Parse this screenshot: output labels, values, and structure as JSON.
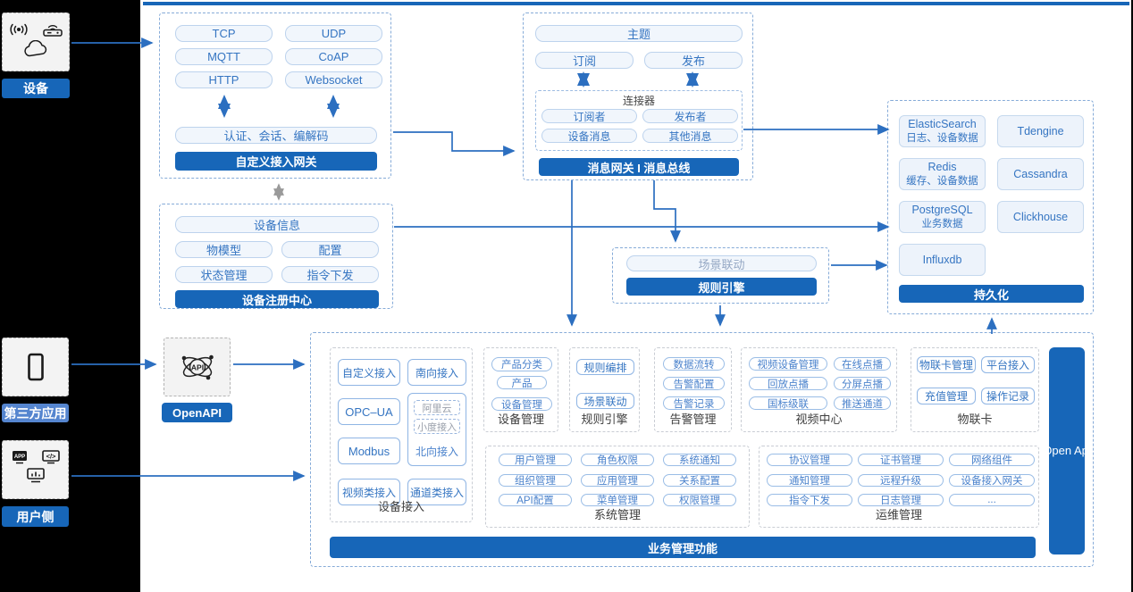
{
  "left_rail": {
    "device": {
      "label": "设备"
    },
    "third_party": {
      "label": "第三方应用"
    },
    "user_side": {
      "label": "用户侧"
    }
  },
  "gateway": {
    "title": "自定义接入网关",
    "protocols": [
      "TCP",
      "UDP",
      "MQTT",
      "CoAP",
      "HTTP",
      "Websocket"
    ],
    "session_pill": "认证、会话、编解码"
  },
  "registry": {
    "title": "设备注册中心",
    "wide_pill": "设备信息",
    "pills": [
      "物模型",
      "配置",
      "状态管理",
      "指令下发"
    ]
  },
  "message_bus": {
    "title": "消息网关 I 消息总线",
    "topic_pill": "主题",
    "subscribe_pill": "订阅",
    "publish_pill": "发布",
    "connector": {
      "title": "连接器",
      "pills": [
        "订阅者",
        "发布者",
        "设备消息",
        "其他消息"
      ]
    }
  },
  "persistence": {
    "title": "持久化",
    "stores": [
      {
        "name": "ElasticSearch",
        "desc": "日志、设备数据"
      },
      {
        "name": "Tdengine",
        "desc": ""
      },
      {
        "name": "Redis",
        "desc": "缓存、设备数据"
      },
      {
        "name": "Cassandra",
        "desc": ""
      },
      {
        "name": "PostgreSQL",
        "desc": "业务数据"
      },
      {
        "name": "Clickhouse",
        "desc": ""
      },
      {
        "name": "Influxdb",
        "desc": ""
      }
    ]
  },
  "rule_engine": {
    "title": "规则引擎",
    "pill": "场景联动"
  },
  "open_api": {
    "label": "OpenAPI",
    "side_bar": "Open Api"
  },
  "business": {
    "title": "业务管理功能",
    "device_access": {
      "label": "设备接入",
      "row1": [
        "自定义接入",
        "南向接入"
      ],
      "left_col": [
        "OPC–UA",
        "Modbus"
      ],
      "north_box": {
        "dashed": [
          "阿里云",
          "小度接入"
        ],
        "label": "北向接入"
      },
      "row4": [
        "视频类接入",
        "通道类接入"
      ]
    },
    "device_mgmt": {
      "label": "设备管理",
      "pills": [
        "产品分类",
        "产品",
        "设备管理"
      ]
    },
    "rule": {
      "label": "规则引擎",
      "pills": [
        "规则编排",
        "场景联动"
      ]
    },
    "alarm": {
      "label": "告警管理",
      "pills": [
        "数据流转",
        "告警配置",
        "告警记录"
      ]
    },
    "video": {
      "label": "视频中心",
      "pills": [
        "视频设备管理",
        "在线点播",
        "回放点播",
        "分屏点播",
        "国标级联",
        "推送通道"
      ]
    },
    "iot_card": {
      "label": "物联卡",
      "pills": [
        "物联卡管理",
        "平台接入",
        "充值管理",
        "操作记录"
      ]
    },
    "system": {
      "label": "系统管理",
      "pills": [
        "用户管理",
        "角色权限",
        "系统通知",
        "组织管理",
        "应用管理",
        "关系配置",
        "API配置",
        "菜单管理",
        "权限管理"
      ]
    },
    "ops": {
      "label": "运维管理",
      "pills": [
        "协议管理",
        "证书管理",
        "网络组件",
        "通知管理",
        "远程升级",
        "设备接入网关",
        "指令下发",
        "日志管理",
        "..."
      ]
    }
  },
  "colors": {
    "primary": "#1766b8",
    "arrow": "#2c6fc0",
    "pill_text": "#3575c2",
    "third_party_label_bg": "#5585cf"
  }
}
